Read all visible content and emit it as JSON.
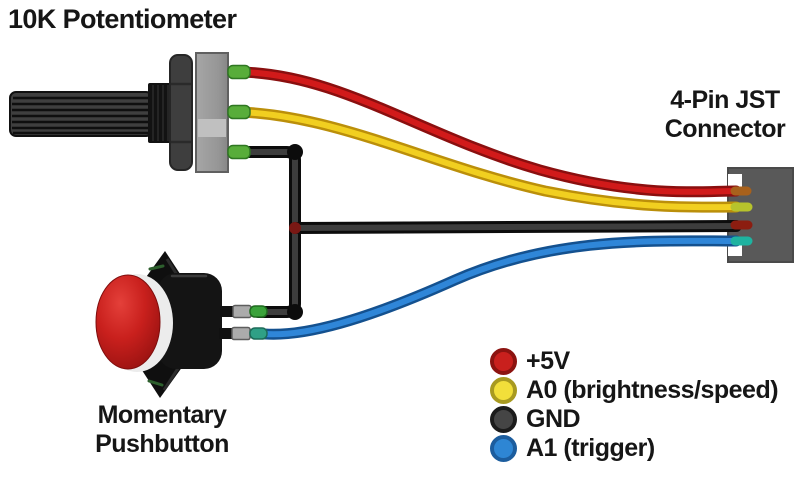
{
  "components": {
    "potentiometer": {
      "label": "10K Potentiometer"
    },
    "connector": {
      "label_line1": "4-Pin JST",
      "label_line2": "Connector"
    },
    "pushbutton": {
      "label_line1": "Momentary",
      "label_line2": "Pushbutton"
    }
  },
  "legend": {
    "items": [
      {
        "label": "+5V",
        "color": "#c9201d",
        "ring": "#8c1310"
      },
      {
        "label": "A0 (brightness/speed)",
        "color": "#f2df3a",
        "ring": "#a89a20"
      },
      {
        "label": "GND",
        "color": "#454545",
        "ring": "#1c1c1c"
      },
      {
        "label": "A1 (trigger)",
        "color": "#2e86d4",
        "ring": "#1c5d9e"
      }
    ]
  },
  "wires": [
    {
      "color_name": "red",
      "hex": "#c9201d",
      "signal": "+5V",
      "from": "potentiometer-top-terminal",
      "to": "jst-pin-1"
    },
    {
      "color_name": "yellow",
      "hex": "#f2df3a",
      "signal": "A0 (brightness/speed)",
      "from": "potentiometer-middle-terminal",
      "to": "jst-pin-2"
    },
    {
      "color_name": "black",
      "hex": "#3a3a3a",
      "signal": "GND",
      "from": "potentiometer-bottom-terminal and pushbutton-top-terminal",
      "to": "jst-pin-3"
    },
    {
      "color_name": "blue",
      "hex": "#2e86d4",
      "signal": "A1 (trigger)",
      "from": "pushbutton-bottom-terminal",
      "to": "jst-pin-4"
    }
  ]
}
